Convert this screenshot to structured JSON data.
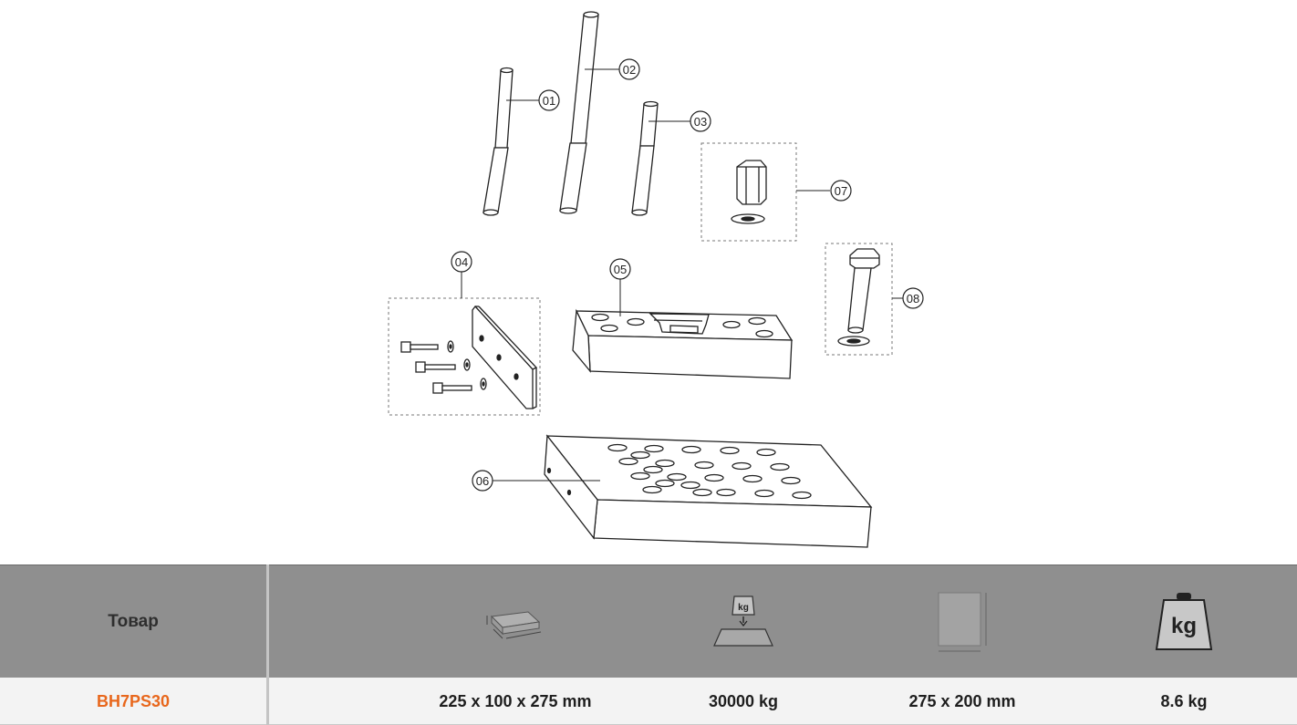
{
  "diagram": {
    "callouts": [
      "01",
      "02",
      "03",
      "04",
      "05",
      "06",
      "07",
      "08"
    ]
  },
  "table": {
    "header": {
      "product_label": "Товар",
      "icons": [
        "dimensions-icon",
        "load-capacity-icon",
        "base-size-icon",
        "weight-icon"
      ],
      "weight_icon_text": "kg",
      "capacity_icon_text": "kg"
    },
    "row": {
      "sku": "BH7PS30",
      "dimensions": "225 x 100 x 275 mm",
      "capacity": "30000 kg",
      "base": "275 x 200 mm",
      "weight": "8.6 kg"
    }
  },
  "colors": {
    "header_bg": "#8f8f8f",
    "row_bg": "#f3f3f3",
    "sku_accent": "#e8671c"
  }
}
